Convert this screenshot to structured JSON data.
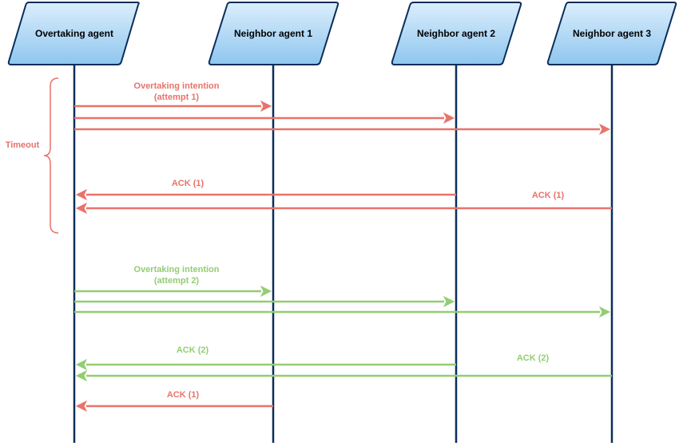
{
  "colors": {
    "lifeline": "#0b2e59",
    "actor_fill_top": "#dbeefc",
    "actor_fill_bottom": "#8fc6ef",
    "actor_stroke": "#0b2e59",
    "attempt1": "#e8736a",
    "attempt2": "#93cd72"
  },
  "actors": [
    {
      "label": "Overtaking agent"
    },
    {
      "label": "Neighbor agent 1"
    },
    {
      "label": "Neighbor agent 2"
    },
    {
      "label": "Neighbor agent 3"
    }
  ],
  "timeout": {
    "label": "Timeout"
  },
  "messages": [
    {
      "from": 0,
      "to": 1,
      "group": "attempt1"
    },
    {
      "from": 0,
      "to": 2,
      "group": "attempt1"
    },
    {
      "from": 0,
      "to": 3,
      "group": "attempt1"
    },
    {
      "from": 2,
      "to": 0,
      "group": "attempt1"
    },
    {
      "from": 3,
      "to": 0,
      "group": "attempt1"
    },
    {
      "from": 0,
      "to": 1,
      "group": "attempt2"
    },
    {
      "from": 0,
      "to": 2,
      "group": "attempt2"
    },
    {
      "from": 0,
      "to": 3,
      "group": "attempt2"
    },
    {
      "from": 2,
      "to": 0,
      "group": "attempt2"
    },
    {
      "from": 3,
      "to": 0,
      "group": "attempt2"
    },
    {
      "from": 1,
      "to": 0,
      "group": "attempt1"
    }
  ],
  "labels": {
    "intent1_line1": "Overtaking intention",
    "intent1_line2": "(attempt 1)",
    "ack1_a": "ACK (1)",
    "ack1_b": "ACK (1)",
    "intent2_line1": "Overtaking intention",
    "intent2_line2": "(attempt 2)",
    "ack2_a": "ACK (2)",
    "ack2_b": "ACK (2)",
    "ack1_late": "ACK (1)"
  }
}
